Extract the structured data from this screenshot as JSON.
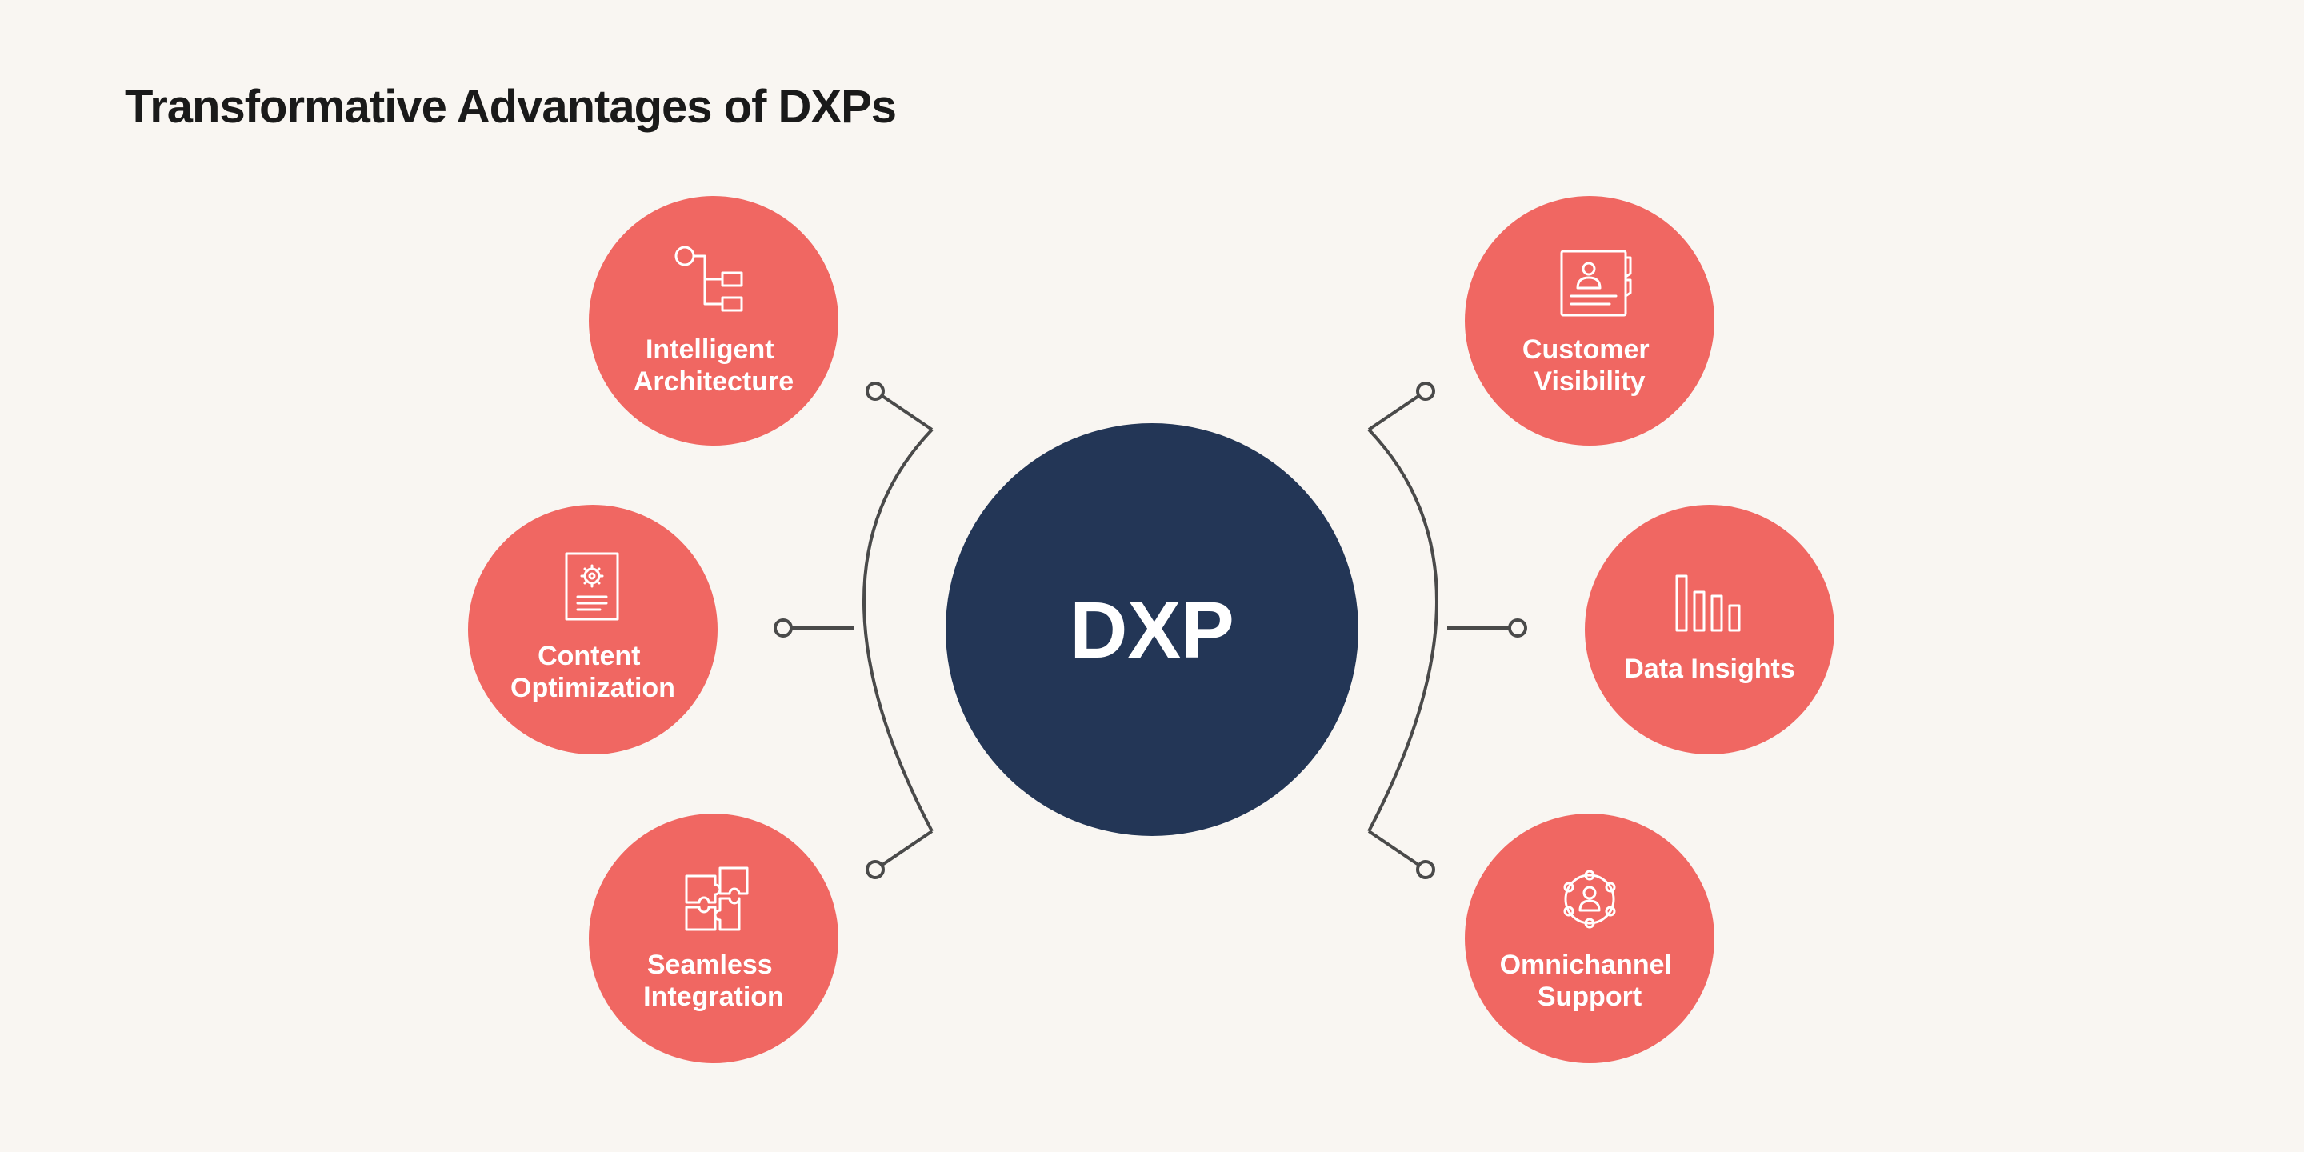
{
  "title": "Transformative Advantages of DXPs",
  "center": {
    "label": "DXP"
  },
  "colors": {
    "background": "#f9f6f2",
    "center_fill": "#233656",
    "node_fill": "#f06762",
    "connector": "#4a4a4a",
    "title_text": "#1a1a1a"
  },
  "nodes": [
    {
      "id": "intelligent-architecture",
      "side": "left",
      "label_lines": [
        "Intelligent",
        "Architecture"
      ],
      "icon": "hierarchy-icon"
    },
    {
      "id": "content-optimization",
      "side": "left",
      "label_lines": [
        "Content",
        "Optimization"
      ],
      "icon": "document-gear-icon"
    },
    {
      "id": "seamless-integration",
      "side": "left",
      "label_lines": [
        "Seamless",
        "Integration"
      ],
      "icon": "puzzle-icon"
    },
    {
      "id": "customer-visibility",
      "side": "right",
      "label_lines": [
        "Customer",
        "Visibility"
      ],
      "icon": "profile-card-icon"
    },
    {
      "id": "data-insights",
      "side": "right",
      "label_lines": [
        "Data Insights"
      ],
      "icon": "bar-chart-icon"
    },
    {
      "id": "omnichannel-support",
      "side": "right",
      "label_lines": [
        "Omnichannel",
        "Support"
      ],
      "icon": "network-user-icon"
    }
  ]
}
